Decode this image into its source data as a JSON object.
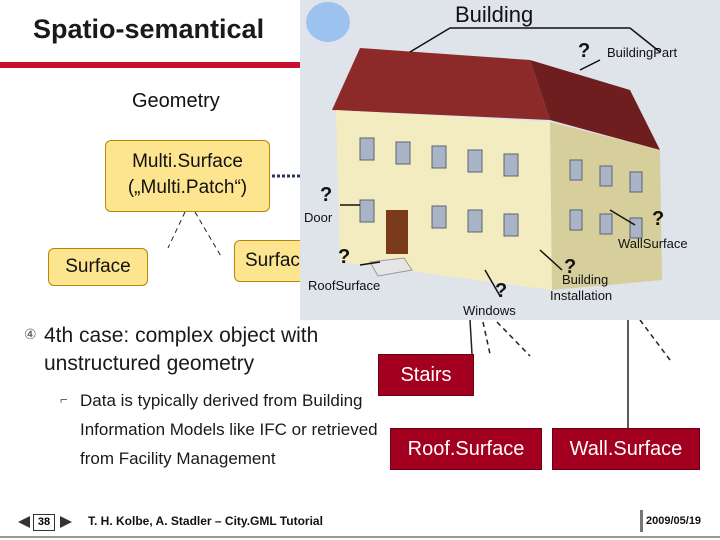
{
  "slide": {
    "title": "Spatio-semantical",
    "geometry_label": "Geometry",
    "multisurface_line1": "Multi.Surface",
    "multisurface_line2": "(„Multi.Patch“)",
    "surface_left": "Surface",
    "surface_right": "Surface",
    "bullet_lead": "4th case:",
    "bullet_rest": " complex object with unstructured geometry",
    "sub_bullet": "Data is typically derived from Building Information Models like IFC or retrieved from Facility Management",
    "stairs": "Stairs",
    "roof_surface": "Roof.Surface",
    "wall_surface": "Wall.Surface"
  },
  "image_labels": {
    "building": "Building",
    "building_part": "BuildingPart",
    "door": "Door",
    "wall_surface": "WallSurface",
    "roof_surface": "RoofSurface",
    "building_installation_1": "Building",
    "building_installation_2": "Installation",
    "windows": "Windows",
    "question": "?"
  },
  "footer": {
    "page": "38",
    "authors": "T. H. Kolbe, A. Stadler  –  City.GML Tutorial",
    "date": "2009/05/19"
  },
  "colors": {
    "accent_red": "#c8102e",
    "box_yellow": "#fde58f",
    "box_red": "#a3001f"
  }
}
